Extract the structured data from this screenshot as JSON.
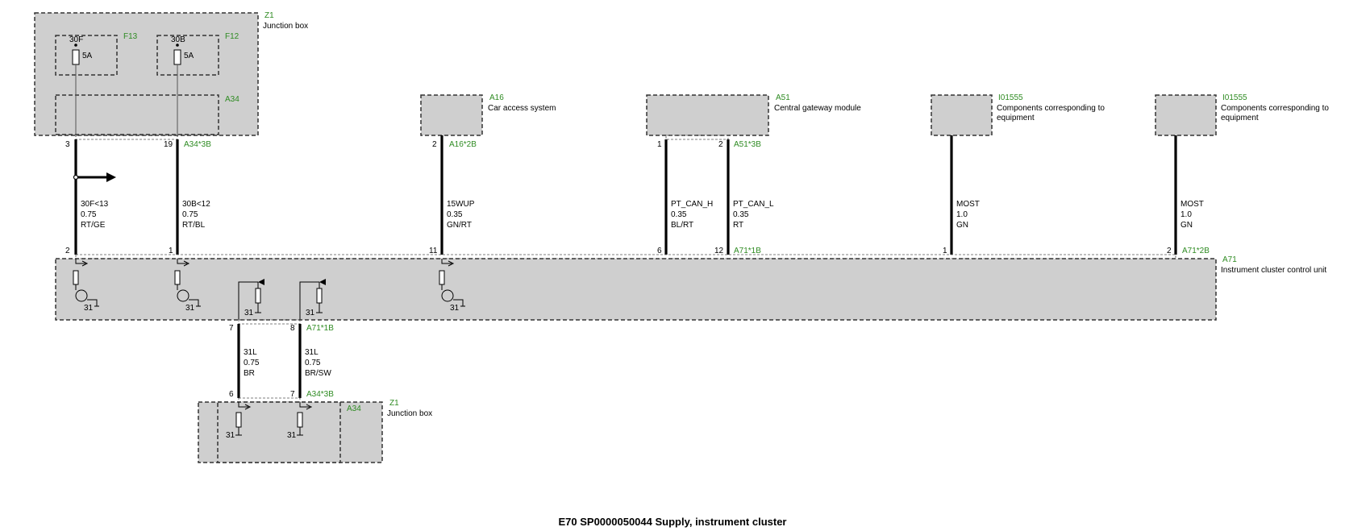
{
  "title": "E70 SP0000050044 Supply, instrument cluster",
  "components": {
    "z1_top": {
      "id": "Z1",
      "name": "Junction box"
    },
    "f13": {
      "id": "F13",
      "pin": "30F",
      "rating": "5A"
    },
    "f12": {
      "id": "F12",
      "pin": "30B",
      "rating": "5A"
    },
    "a34_top": {
      "id": "A34"
    },
    "a16": {
      "id": "A16",
      "name": "Car access system"
    },
    "a51": {
      "id": "A51",
      "name": "Central gateway module"
    },
    "i01555_a": {
      "id": "I01555",
      "name_line1": "Components corresponding to",
      "name_line2": "equipment"
    },
    "i01555_b": {
      "id": "I01555",
      "name_line1": "Components corresponding to",
      "name_line2": "equipment"
    },
    "a71": {
      "id": "A71",
      "name": "Instrument cluster control unit"
    },
    "z1_bottom": {
      "id": "Z1",
      "name": "Junction box"
    },
    "a34_bottom": {
      "id": "A34"
    }
  },
  "connectors": {
    "a34_3b_top": "A34*3B",
    "a16_2b": "A16*2B",
    "a51_3b": "A51*3B",
    "a71_1b_top": "A71*1B",
    "a71_2b": "A71*2B",
    "a71_1b_bottom": "A71*1B",
    "a34_3b_bottom": "A34*3B"
  },
  "pins": {
    "z1_p3": "3",
    "z1_p19": "19",
    "a16_p2": "2",
    "a51_p1": "1",
    "a51_p2": "2",
    "a71_p2": "2",
    "a71_p1": "1",
    "a71_p11": "11",
    "a71_p6": "6",
    "a71_p12": "12",
    "a71_p1b": "1",
    "a71_p2b": "2",
    "a71_p7": "7",
    "a71_p8": "8",
    "z1b_p6": "6",
    "z1b_p7": "7"
  },
  "ground_label": "31",
  "wires": [
    {
      "signal": "30F<13",
      "gauge": "0.75",
      "color": "RT/GE"
    },
    {
      "signal": "30B<12",
      "gauge": "0.75",
      "color": "RT/BL"
    },
    {
      "signal": "15WUP",
      "gauge": "0.35",
      "color": "GN/RT"
    },
    {
      "signal": "PT_CAN_H",
      "gauge": "0.35",
      "color": "BL/RT"
    },
    {
      "signal": "PT_CAN_L",
      "gauge": "0.35",
      "color": "RT"
    },
    {
      "signal": "MOST",
      "gauge": "1.0",
      "color": "GN"
    },
    {
      "signal": "MOST",
      "gauge": "1.0",
      "color": "GN"
    },
    {
      "signal": "31L",
      "gauge": "0.75",
      "color": "BR"
    },
    {
      "signal": "31L",
      "gauge": "0.75",
      "color": "BR/SW"
    }
  ]
}
